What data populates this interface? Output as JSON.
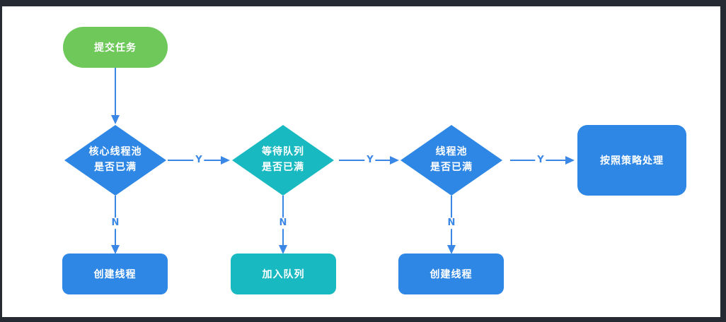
{
  "frame_color": "#262b33",
  "canvas_color": "#ffffff",
  "palette": {
    "node_blue": "#2e87e5",
    "node_teal": "#18b9c0",
    "node_green": "#6ec85a",
    "arrow_blue": "#3a87e6",
    "node_text": "#ffffff"
  },
  "flowchart": {
    "start": {
      "label": "提交任务"
    },
    "decisions": [
      {
        "line1": "核心线程池",
        "line2": "是否已满"
      },
      {
        "line1": "等待队列",
        "line2": "是否已满"
      },
      {
        "line1": "线程池",
        "line2": "是否已满"
      }
    ],
    "actions": [
      {
        "label": "创建线程"
      },
      {
        "label": "加入队列"
      },
      {
        "label": "创建线程"
      }
    ],
    "policy": {
      "label": "按照策略处理"
    },
    "edge_labels": {
      "yes": "Y",
      "no": "N"
    }
  }
}
